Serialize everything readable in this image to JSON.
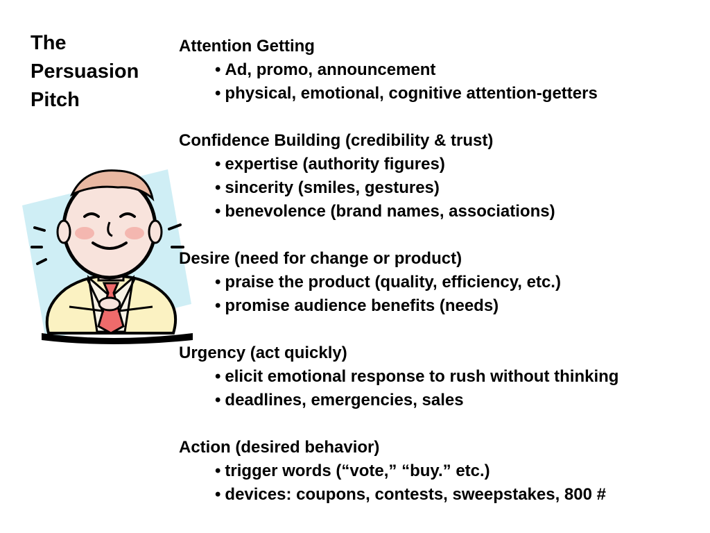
{
  "title": {
    "lines": [
      "The",
      "Persuasion",
      "Pitch"
    ]
  },
  "illustration": {
    "icon": "smiling-businessman-clipart",
    "colors": {
      "backdrop": "#cfeef5",
      "skin": "#f8e3dc",
      "cheeks": "#f4b7b0",
      "hair": "#e9b8a2",
      "jacket": "#fbf2c2",
      "tie": "#ee6b6b",
      "outline": "#000000"
    }
  },
  "bullet_symbol": "•",
  "sections": [
    {
      "heading": "Attention Getting",
      "bullets": [
        "Ad, promo, announcement",
        "physical, emotional, cognitive attention-getters"
      ]
    },
    {
      "heading": "Confidence Building (credibility & trust)",
      "bullets": [
        "expertise (authority figures)",
        "sincerity (smiles, gestures)",
        "benevolence (brand names, associations)"
      ]
    },
    {
      "heading": "Desire (need for change or product)",
      "bullets": [
        "praise the product (quality, efficiency, etc.)",
        "promise audience benefits (needs)"
      ]
    },
    {
      "heading": "Urgency (act quickly)",
      "bullets": [
        "elicit emotional response to rush without thinking",
        "deadlines, emergencies, sales"
      ]
    },
    {
      "heading": "Action (desired behavior)",
      "bullets": [
        "trigger words (“vote,” “buy.” etc.)",
        "devices: coupons, contests, sweepstakes, 800 #"
      ]
    }
  ]
}
